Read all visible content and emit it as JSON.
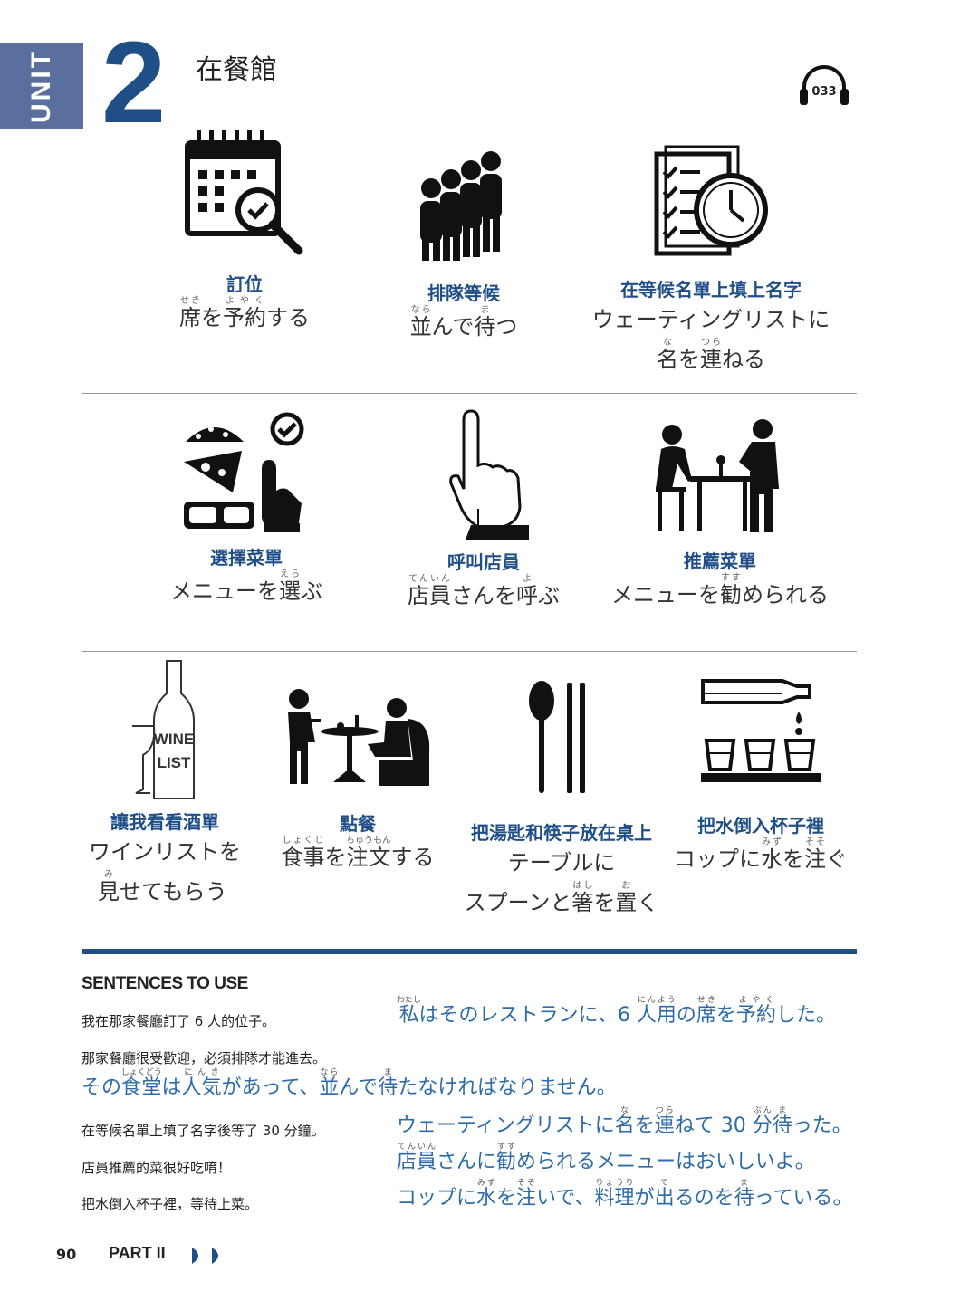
{
  "header": {
    "unit_label": "UNIT",
    "unit_number": "2",
    "title": "在餐館",
    "track": "033"
  },
  "items": [
    {
      "zh": "訂位",
      "ja": [
        [
          "席",
          "せき"
        ],
        [
          "を"
        ],
        [
          "予約",
          "よやく"
        ],
        [
          "する"
        ]
      ],
      "icon": "calendar-search-icon"
    },
    {
      "zh": "排隊等候",
      "ja": [
        [
          "並",
          "なら"
        ],
        [
          "んで"
        ],
        [
          "待",
          "ま"
        ],
        [
          "つ"
        ]
      ],
      "icon": "queue-people-icon"
    },
    {
      "zh": "在等候名單上填上名字",
      "ja": [
        [
          "ウェーティングリストに"
        ]
      ],
      "ja2": [
        [
          "名",
          "な"
        ],
        [
          "を"
        ],
        [
          "連",
          "つら"
        ],
        [
          "ねる"
        ]
      ],
      "icon": "waiting-list-clock-icon"
    },
    {
      "zh": "選擇菜單",
      "ja": [
        [
          "メニューを"
        ],
        [
          "選",
          "えら"
        ],
        [
          "ぶ"
        ]
      ],
      "icon": "food-choose-icon"
    },
    {
      "zh": "呼叫店員",
      "ja": [
        [
          "店員",
          "てんいん"
        ],
        [
          "さんを"
        ],
        [
          "呼",
          "よ"
        ],
        [
          "ぶ"
        ]
      ],
      "icon": "raised-finger-icon"
    },
    {
      "zh": "推薦菜單",
      "ja": [
        [
          "メニューを"
        ],
        [
          "勧",
          "すす"
        ],
        [
          "められる"
        ]
      ],
      "icon": "waiter-recommend-icon"
    },
    {
      "zh": "讓我看看酒單",
      "ja": [
        [
          "ワインリストを"
        ]
      ],
      "ja2": [
        [
          "見",
          "み"
        ],
        [
          "せてもらう"
        ]
      ],
      "icon": "wine-list-icon",
      "icon_text": [
        "WINE",
        "LIST"
      ]
    },
    {
      "zh": "點餐",
      "ja": [
        [
          "食事",
          "しょくじ"
        ],
        [
          "を"
        ],
        [
          "注文",
          "ちゅうもん"
        ],
        [
          "する"
        ]
      ],
      "icon": "order-table-icon"
    },
    {
      "zh": "把湯匙和筷子放在桌上",
      "ja": [
        [
          "テーブルに"
        ]
      ],
      "ja2": [
        [
          "スプーンと"
        ],
        [
          "箸",
          "はし"
        ],
        [
          "を"
        ],
        [
          "置",
          "お"
        ],
        [
          "く"
        ]
      ],
      "icon": "spoon-chopsticks-icon"
    },
    {
      "zh": "把水倒入杯子裡",
      "ja": [
        [
          "コップに"
        ],
        [
          "水",
          "みず"
        ],
        [
          "を"
        ],
        [
          "注",
          "そそ"
        ],
        [
          "ぐ"
        ]
      ],
      "icon": "pour-water-icon"
    }
  ],
  "sentences": {
    "heading": "SENTENCES TO USE",
    "list": [
      {
        "zh": "我在那家餐廳訂了 6 人的位子。",
        "ja": [
          [
            "私",
            "わたし"
          ],
          [
            "はそのレストランに、6 "
          ],
          [
            "人用",
            "にんよう"
          ],
          [
            "の"
          ],
          [
            "席",
            "せき"
          ],
          [
            "を"
          ],
          [
            "予約",
            "よやく"
          ],
          [
            "した。"
          ]
        ]
      },
      {
        "zh": "那家餐廳很受歡迎，必須排隊才能進去。",
        "ja": [
          [
            "その"
          ],
          [
            "食堂",
            "しょくどう"
          ],
          [
            "は"
          ],
          [
            "人気",
            "にんき"
          ],
          [
            "があって、"
          ],
          [
            "並",
            "なら"
          ],
          [
            "んで"
          ],
          [
            "待",
            "ま"
          ],
          [
            "たなければなりません。"
          ]
        ]
      },
      {
        "zh": "在等候名單上填了名字後等了 30 分鐘。",
        "ja": [
          [
            "ウェーティングリストに"
          ],
          [
            "名",
            "な"
          ],
          [
            "を"
          ],
          [
            "連",
            "つら"
          ],
          [
            "ねて 30 "
          ],
          [
            "分",
            "ぷん"
          ],
          [
            "待",
            "ま"
          ],
          [
            "った。"
          ]
        ]
      },
      {
        "zh": "店員推薦的菜很好吃唷！",
        "ja": [
          [
            "店員",
            "てんいん"
          ],
          [
            "さんに"
          ],
          [
            "勧",
            "すす"
          ],
          [
            "められるメニューはおいしいよ。"
          ]
        ]
      },
      {
        "zh": "把水倒入杯子裡，等待上菜。",
        "ja": [
          [
            "コップに"
          ],
          [
            "水",
            "みず"
          ],
          [
            "を"
          ],
          [
            "注",
            "そそ"
          ],
          [
            "いで、"
          ],
          [
            "料理",
            "りょうり"
          ],
          [
            "が"
          ],
          [
            "出",
            "で"
          ],
          [
            "るのを"
          ],
          [
            "待",
            "ま"
          ],
          [
            "っている。"
          ]
        ]
      }
    ]
  },
  "footer": {
    "page_number": "90",
    "part_label": "PART II"
  }
}
